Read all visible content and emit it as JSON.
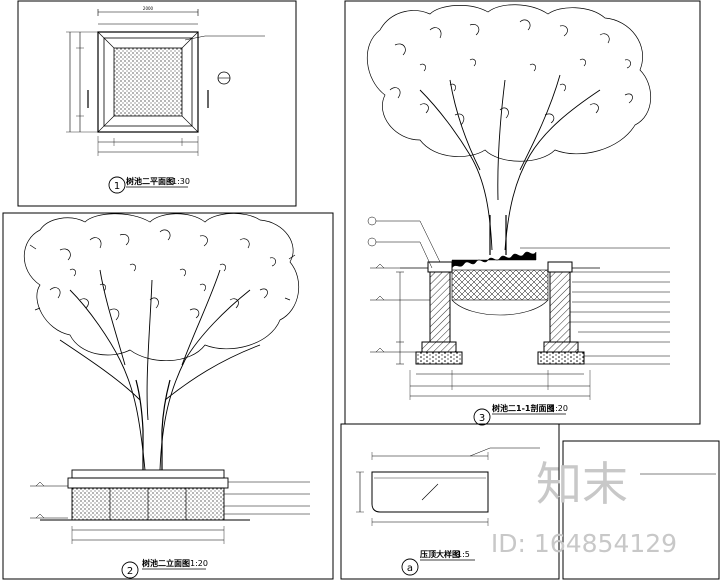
{
  "panel1": {
    "number": "1",
    "title": "树池二平面图",
    "scale": "1:30"
  },
  "panel2": {
    "number": "2",
    "title": "树池二立面图",
    "scale": "1:20"
  },
  "panel3": {
    "number": "3",
    "title": "树池二1-1剖面图",
    "scale": "1:20"
  },
  "panel4": {
    "number": "a",
    "title": "压顶大样图",
    "scale": "1:5"
  },
  "watermark": {
    "brand": "知末",
    "id": "ID: 164854129"
  },
  "colors": {
    "line": "#000000",
    "watermark": "#c8c8c8",
    "background": "#ffffff"
  }
}
